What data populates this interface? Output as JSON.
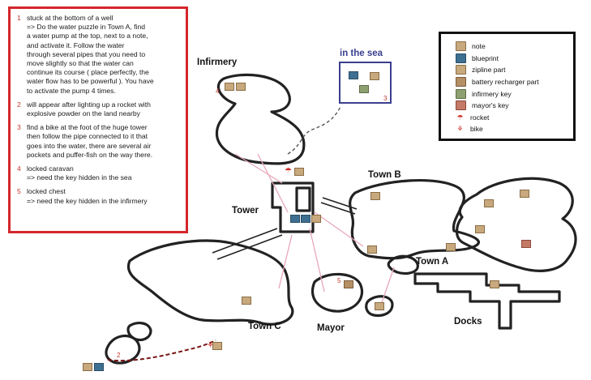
{
  "notes": [
    {
      "num": "1",
      "text": "stuck at the bottom of a well\n=> Do the water puzzle in Town A, find\na water pump at the top, next to a note,\nand activate it. Follow the water\nthrough several pipes that you need to\nmove slightly so that the water can\ncontinue its course ( place perfectly, the\nwater flow has to be powerful ). You have\nto activate the pump 4 times."
    },
    {
      "num": "2",
      "text": "will appear after lighting up a rocket with\nexplosive powder on the land nearby"
    },
    {
      "num": "3",
      "text": "find a bike at the foot of the huge tower\nthen follow the pipe connected to it that\ngoes into the water, there are several air\npockets and puffer-fish on the way there."
    },
    {
      "num": "4",
      "text": "locked caravan\n=> need the key hidden in the sea"
    },
    {
      "num": "5",
      "text": "locked chest\n=> need the key hidden in the infirmery"
    }
  ],
  "legend": [
    {
      "icon": "note-icon",
      "label": "note",
      "color": "#c8a97d"
    },
    {
      "icon": "blueprint-icon",
      "label": "blueprint",
      "color": "#3d6f91"
    },
    {
      "icon": "zipline-part-icon",
      "label": "zipline part",
      "color": "#c8a97d"
    },
    {
      "icon": "battery-recharger-part-icon",
      "label": "battery recharger part",
      "color": "#b58f64"
    },
    {
      "icon": "infirmery-key-icon",
      "label": "infirmery key",
      "color": "#8fa070"
    },
    {
      "icon": "mayors-key-icon",
      "label": "mayor's key",
      "color": "#c47a66"
    },
    {
      "icon": "rocket-icon",
      "label": "rocket",
      "glyph": "☂",
      "color": "#d0312d"
    },
    {
      "icon": "bike-icon",
      "label": "bike",
      "glyph": "⚘",
      "color": "#d0312d"
    }
  ],
  "places": {
    "infirmery": "Infirmery",
    "in_the_sea": "in the sea",
    "town_b": "Town B",
    "tower": "Tower",
    "town_a": "Town A",
    "town_c": "Town C",
    "mayor": "Mayor",
    "docks": "Docks"
  },
  "markers": {
    "m4": "4",
    "m3": "3",
    "m5": "5",
    "m2": "2"
  },
  "colors": {
    "notes_border": "#d4262b",
    "sea_border": "#3b3f8f",
    "path_pink": "#e8a7b8",
    "path_dark_red": "#7a1616",
    "land_outline": "#222222"
  }
}
